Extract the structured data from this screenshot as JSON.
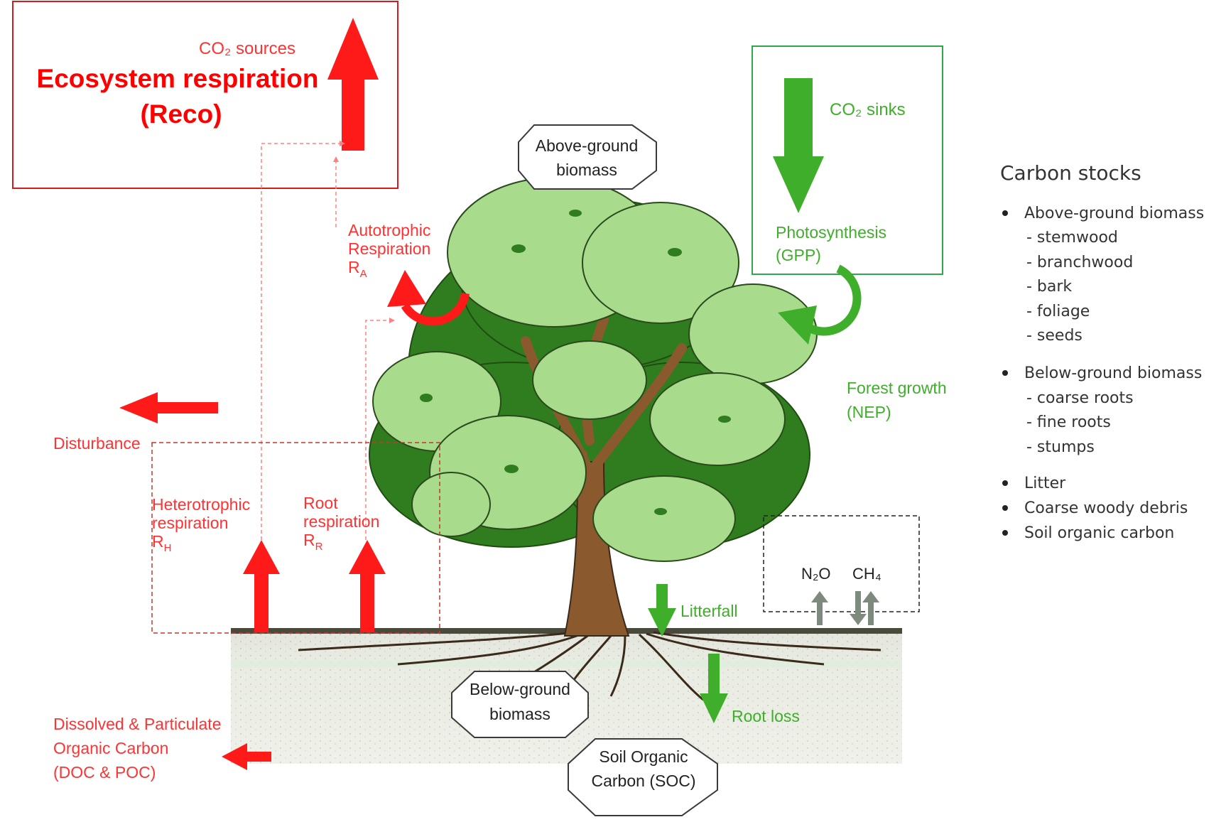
{
  "title": {
    "co2_sources": "CO₂ sources",
    "reco_line1": "Ecosystem respiration",
    "reco_line2": "(Reco)"
  },
  "sinks": {
    "co2_sinks": "CO₂ sinks",
    "photo_line1": "Photosynthesis",
    "photo_line2": "(GPP)",
    "forest_line1": "Forest growth",
    "forest_line2": "(NEP)",
    "litterfall": "Litterfall",
    "root_loss": "Root loss"
  },
  "fluxes": {
    "auto_line1": "Autotrophic",
    "auto_line2": "Respiration",
    "auto_sym": "R",
    "auto_sub": "A",
    "disturbance": "Disturbance",
    "hetero_line1": "Heterotrophic",
    "hetero_line2": "respiration",
    "hetero_sym": "R",
    "hetero_sub": "H",
    "root_line1": "Root",
    "root_line2": "respiration",
    "root_sym": "R",
    "root_sub": "R",
    "doc_line1": "Dissolved & Particulate",
    "doc_line2": "Organic Carbon",
    "doc_line3": "(DOC & POC)"
  },
  "gases": {
    "n2o": "N₂O",
    "ch4": "CH₄"
  },
  "pools": {
    "above_line1": "Above-ground",
    "above_line2": "biomass",
    "below_line1": "Below-ground",
    "below_line2": "biomass",
    "soc_line1": "Soil Organic",
    "soc_line2": "Carbon (SOC)"
  },
  "carbon_stocks": {
    "heading": "Carbon stocks",
    "groups": [
      {
        "label": "Above-ground biomass",
        "items": [
          "- stemwood",
          "- branchwood",
          "- bark",
          "- foliage",
          "- seeds"
        ]
      },
      {
        "label": "Below-ground biomass",
        "items": [
          "- coarse roots",
          "- fine roots",
          "- stumps"
        ]
      },
      {
        "label": "Litter",
        "items": []
      },
      {
        "label": "Coarse woody debris",
        "items": []
      },
      {
        "label": "Soil organic carbon",
        "items": []
      }
    ]
  },
  "colors": {
    "red": "#ff1a1a",
    "green": "#3fae2a",
    "leaf_light": "#a8dc8c",
    "leaf_dark": "#2f7d1e",
    "trunk": "#8a5a2e",
    "gas_arrow": "#7f8a7f"
  }
}
